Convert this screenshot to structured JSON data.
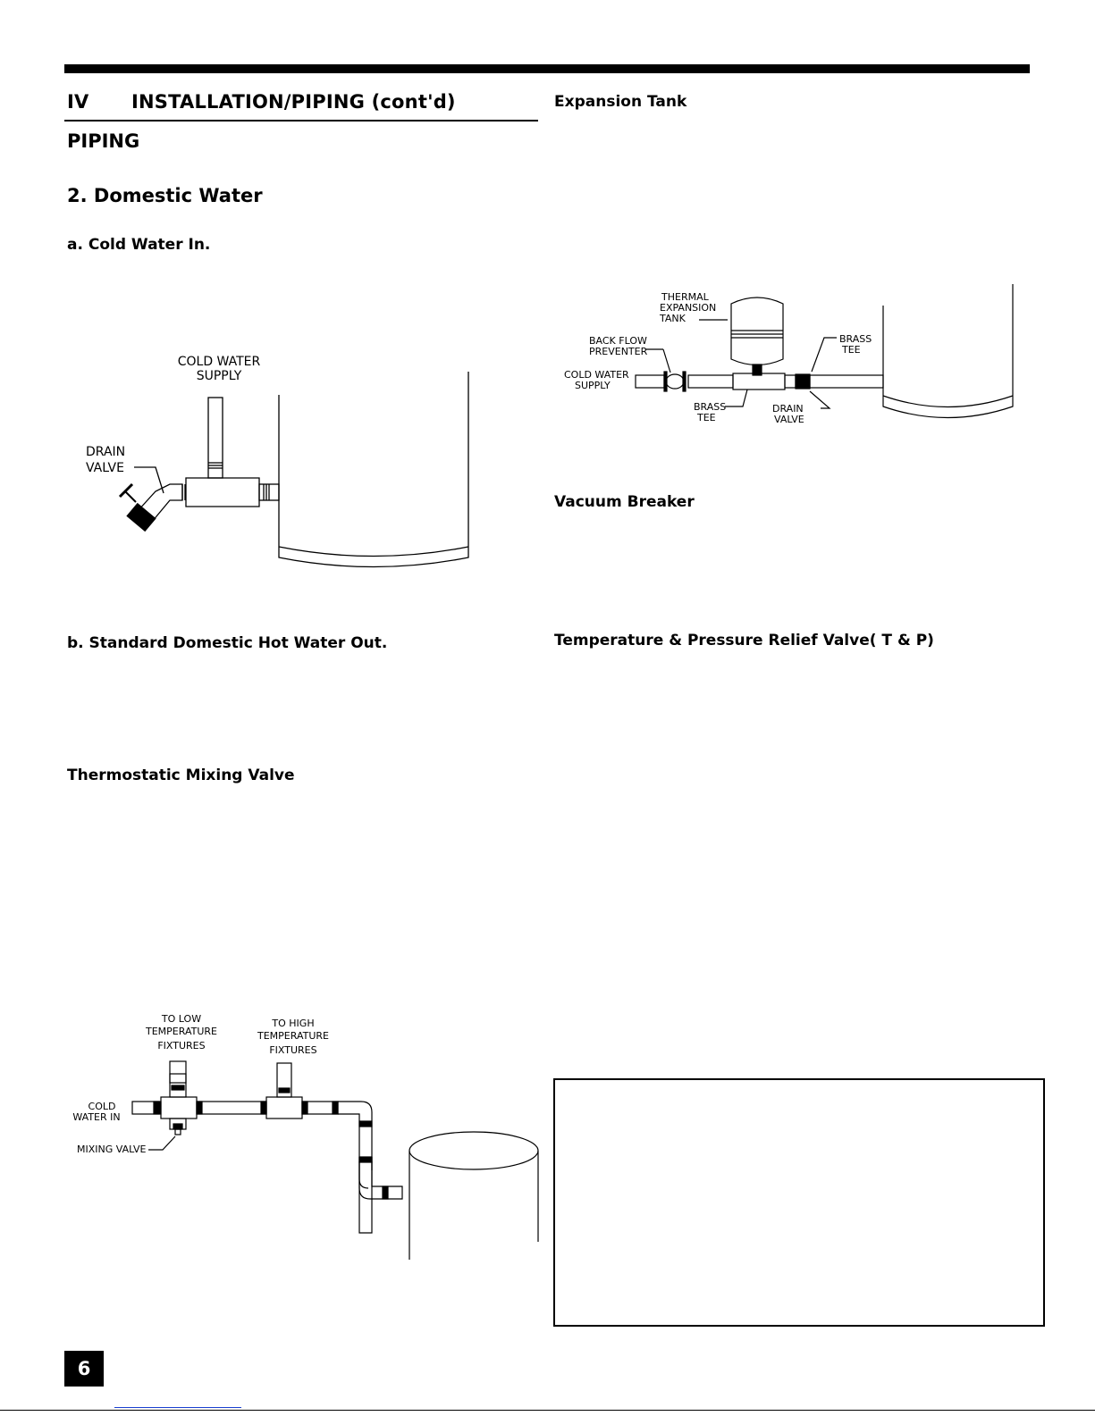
{
  "section": {
    "number": "IV",
    "title": "INSTALLATION/PIPING (cont'd)"
  },
  "headings": {
    "piping": "PIPING",
    "domestic_water": "2. Domestic Water",
    "cold_water_in": "a. Cold Water In.",
    "hot_water_out": "b. Standard Domestic Hot Water Out.",
    "mixing_valve": "Thermostatic Mixing Valve",
    "expansion_tank": "Expansion Tank",
    "vacuum_breaker": "Vacuum Breaker",
    "tp_valve": "Temperature & Pressure Relief Valve( T & P)"
  },
  "fig_cold": {
    "supply_1": "COLD WATER",
    "supply_2": "SUPPLY",
    "drain_1": "DRAIN",
    "drain_2": "VALVE"
  },
  "fig_expansion": {
    "tank_1": "THERMAL",
    "tank_2": "EXPANSION",
    "tank_3": "TANK",
    "bfp_1": "BACK FLOW",
    "bfp_2": "PREVENTER",
    "supply_1": "COLD WATER",
    "supply_2": "SUPPLY",
    "brass_tee_1a": "BRASS",
    "brass_tee_1b": "TEE",
    "brass_tee_2a": "BRASS",
    "brass_tee_2b": "TEE",
    "drain_1": "DRAIN",
    "drain_2": "VALVE"
  },
  "fig_mixing": {
    "low_1": "TO LOW",
    "low_2": "TEMPERATURE",
    "low_3": "FIXTURES",
    "high_1": "TO HIGH",
    "high_2": "TEMPERATURE",
    "high_3": "FIXTURES",
    "cold_1": "COLD",
    "cold_2": "WATER IN",
    "valve": "MIXING VALVE"
  },
  "page_number": "6"
}
